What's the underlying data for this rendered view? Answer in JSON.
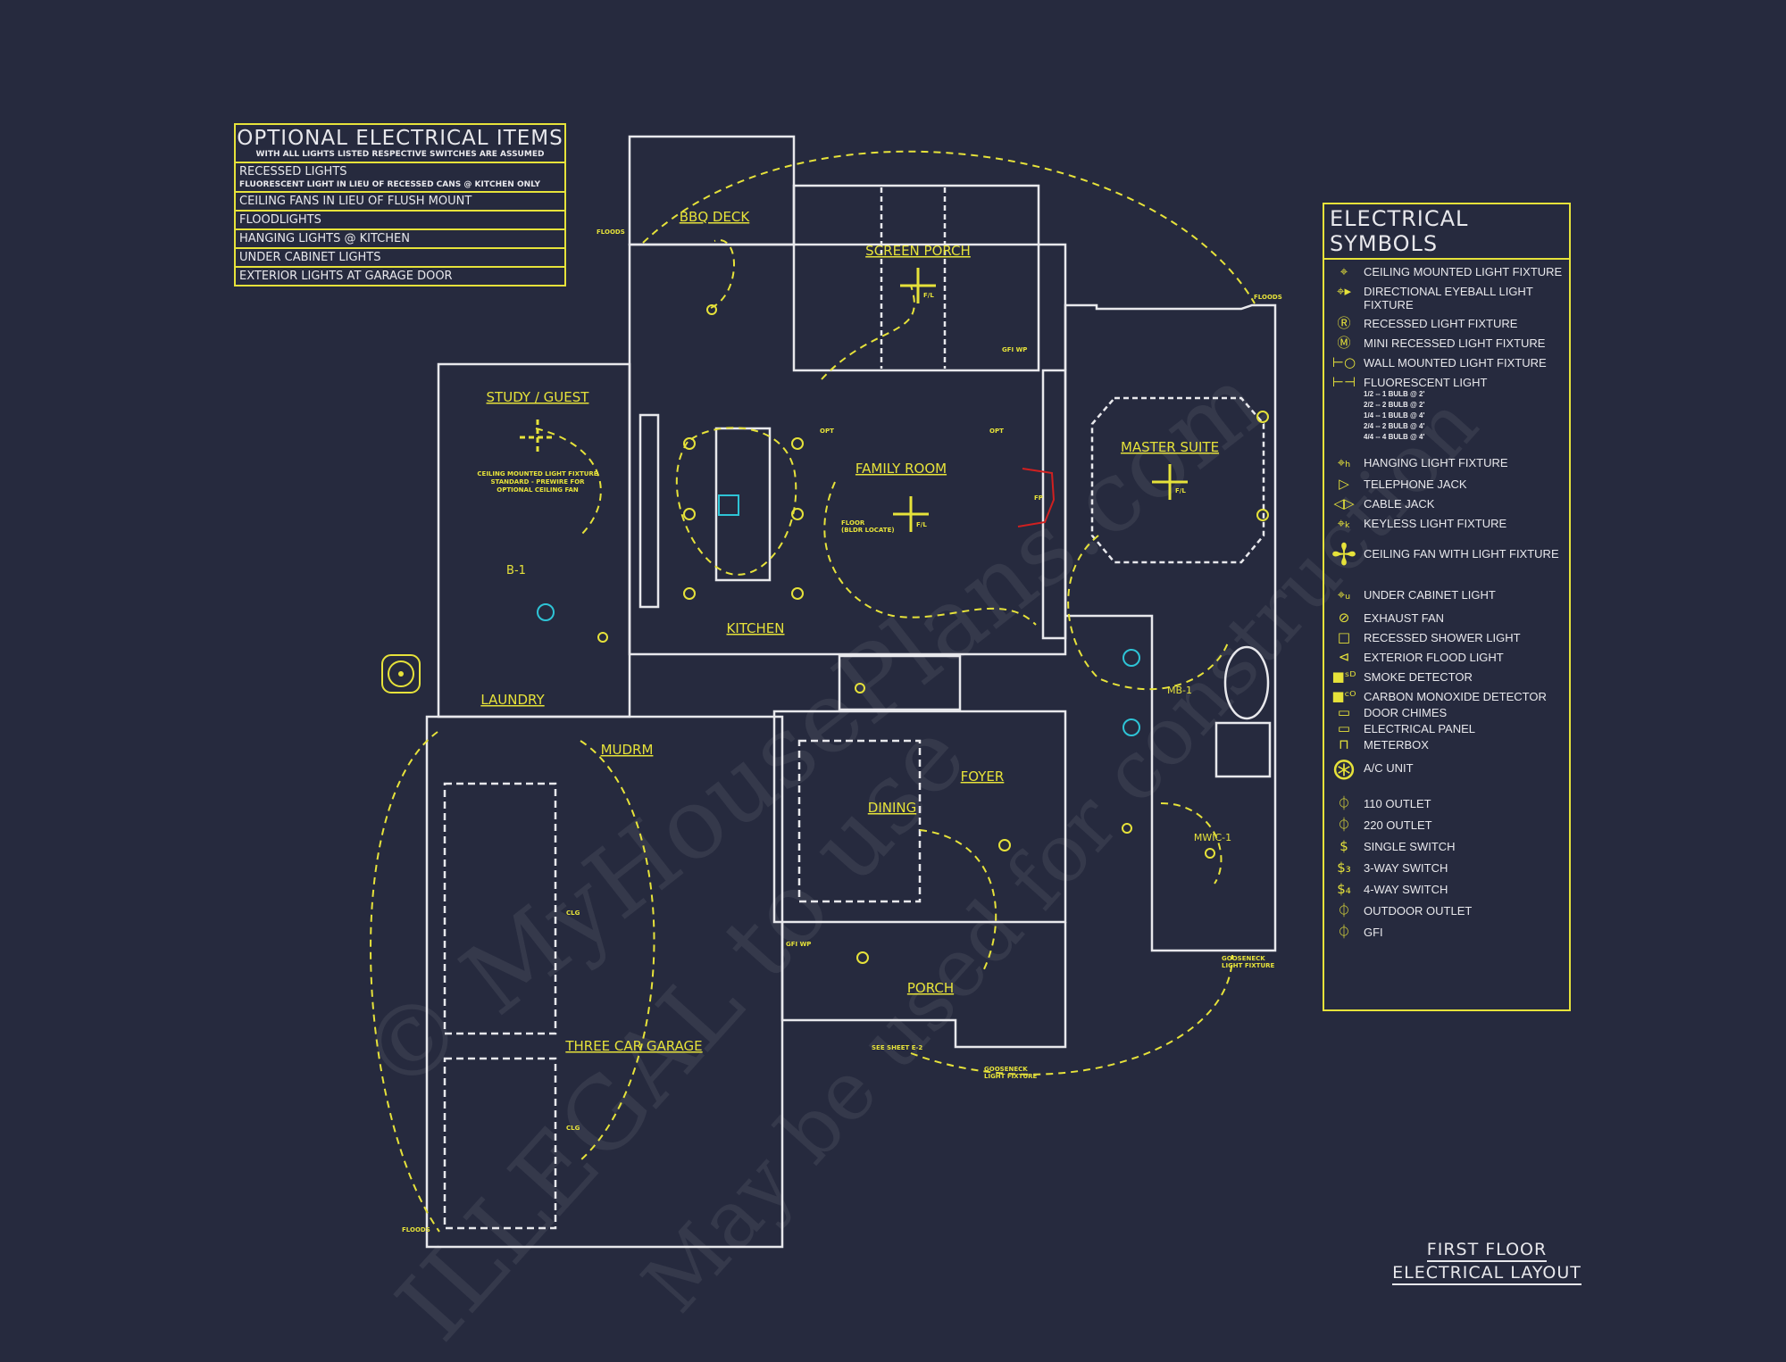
{
  "optional_items": {
    "title": "OPTIONAL ELECTRICAL ITEMS",
    "subtitle": "WITH ALL LIGHTS LISTED RESPECTIVE SWITCHES ARE ASSUMED",
    "rows": [
      {
        "label": "RECESSED LIGHTS",
        "sub": "FLUORESCENT LIGHT IN LIEU OF RECESSED CANS @ KITCHEN ONLY"
      },
      {
        "label": "CEILING FANS IN LIEU OF FLUSH MOUNT"
      },
      {
        "label": "FLOODLIGHTS"
      },
      {
        "label": "HANGING LIGHTS @ KITCHEN"
      },
      {
        "label": "UNDER CABINET LIGHTS"
      },
      {
        "label": "EXTERIOR LIGHTS AT GARAGE DOOR"
      }
    ]
  },
  "legend": {
    "title": "ELECTRICAL SYMBOLS",
    "items": [
      {
        "icon": "ceiling-light-icon",
        "label": "CEILING MOUNTED LIGHT FIXTURE"
      },
      {
        "icon": "eyeball-light-icon",
        "label": "DIRECTIONAL EYEBALL LIGHT FIXTURE"
      },
      {
        "icon": "recessed-light-icon",
        "label": "RECESSED LIGHT FIXTURE"
      },
      {
        "icon": "mini-recessed-light-icon",
        "label": "MINI RECESSED LIGHT FIXTURE"
      },
      {
        "icon": "wall-light-icon",
        "label": "WALL MOUNTED LIGHT FIXTURE"
      },
      {
        "icon": "fluorescent-light-icon",
        "label": "FLUORESCENT LIGHT",
        "subs": [
          "1/2 -- 1 BULB @ 2'",
          "2/2 -- 2 BULB @ 2'",
          "1/4 -- 1 BULB @ 4'",
          "2/4 -- 2 BULB @ 4'",
          "4/4 -- 4 BULB @ 4'"
        ]
      },
      {
        "icon": "hanging-light-icon",
        "label": "HANGING LIGHT FIXTURE"
      },
      {
        "icon": "telephone-jack-icon",
        "label": "TELEPHONE JACK"
      },
      {
        "icon": "cable-jack-icon",
        "label": "CABLE JACK"
      },
      {
        "icon": "keyless-light-icon",
        "label": "KEYLESS LIGHT FIXTURE"
      },
      {
        "icon": "ceiling-fan-icon",
        "label": "CEILING FAN WITH LIGHT FIXTURE"
      },
      {
        "icon": "under-cabinet-light-icon",
        "label": "UNDER CABINET LIGHT"
      },
      {
        "icon": "exhaust-fan-icon",
        "label": "EXHAUST FAN"
      },
      {
        "icon": "shower-light-icon",
        "label": "RECESSED SHOWER LIGHT"
      },
      {
        "icon": "flood-light-icon",
        "label": "EXTERIOR FLOOD LIGHT"
      },
      {
        "icon": "smoke-detector-icon",
        "label": "SMOKE DETECTOR"
      },
      {
        "icon": "co-detector-icon",
        "label": "CARBON MONOXIDE DETECTOR"
      },
      {
        "icon": "door-chimes-icon",
        "label": "DOOR CHIMES"
      },
      {
        "icon": "electrical-panel-icon",
        "label": "ELECTRICAL PANEL"
      },
      {
        "icon": "meterbox-icon",
        "label": "METERBOX"
      },
      {
        "icon": "ac-unit-icon",
        "label": "A/C UNIT"
      },
      {
        "icon": "outlet-110-icon",
        "label": "110 OUTLET"
      },
      {
        "icon": "outlet-220-icon",
        "label": "220 OUTLET"
      },
      {
        "icon": "single-switch-icon",
        "label": "SINGLE SWITCH"
      },
      {
        "icon": "three-way-switch-icon",
        "label": "3-WAY SWITCH"
      },
      {
        "icon": "four-way-switch-icon",
        "label": "4-WAY SWITCH"
      },
      {
        "icon": "outdoor-outlet-icon",
        "label": "OUTDOOR OUTLET"
      },
      {
        "icon": "gfi-icon",
        "label": "GFI"
      }
    ]
  },
  "rooms": {
    "bbq_deck": "BBQ DECK",
    "screen_porch": "SCREEN PORCH",
    "study": "STUDY / GUEST",
    "family_room": "FAMILY ROOM",
    "master_suite": "MASTER SUITE",
    "kitchen": "KITCHEN",
    "laundry": "LAUNDRY",
    "mudroom": "MUDRM",
    "dining": "DINING",
    "foyer": "FOYER",
    "porch": "PORCH",
    "garage": "THREE CAR GARAGE",
    "bath1": "B-1",
    "master_bath": "MB-1",
    "master_closet": "MWIC-1"
  },
  "notes": {
    "study_fan": [
      "CEILING MOUNTED LIGHT FIXTURE",
      "STANDARD - PREWIRE FOR",
      "OPTIONAL CEILING FAN"
    ],
    "floods": "FLOODS",
    "floor_outlet": [
      "FLOOR",
      "(BLDR LOCATE)"
    ],
    "see_sheet": "SEE SHEET E-2",
    "gooseneck": [
      "GOOSENECK",
      "LIGHT FIXTURE"
    ],
    "gfi_wp": "GFI WP",
    "clg": "CLG",
    "opt": "OPT",
    "fp": "FP",
    "fan_label": "F/L"
  },
  "title": {
    "line1": "FIRST FLOOR",
    "line2": "ELECTRICAL LAYOUT"
  },
  "watermark": {
    "line1": "© MyHousePlans.com",
    "line2": "ILLEGAL to use",
    "line3": "May be used for construction"
  },
  "colors": {
    "background": "#262a3e",
    "circuit": "#e6e23a",
    "walls": "#e8e8ec",
    "fireplace": "#d02020",
    "fixture_cyan": "#2ec4d6"
  }
}
